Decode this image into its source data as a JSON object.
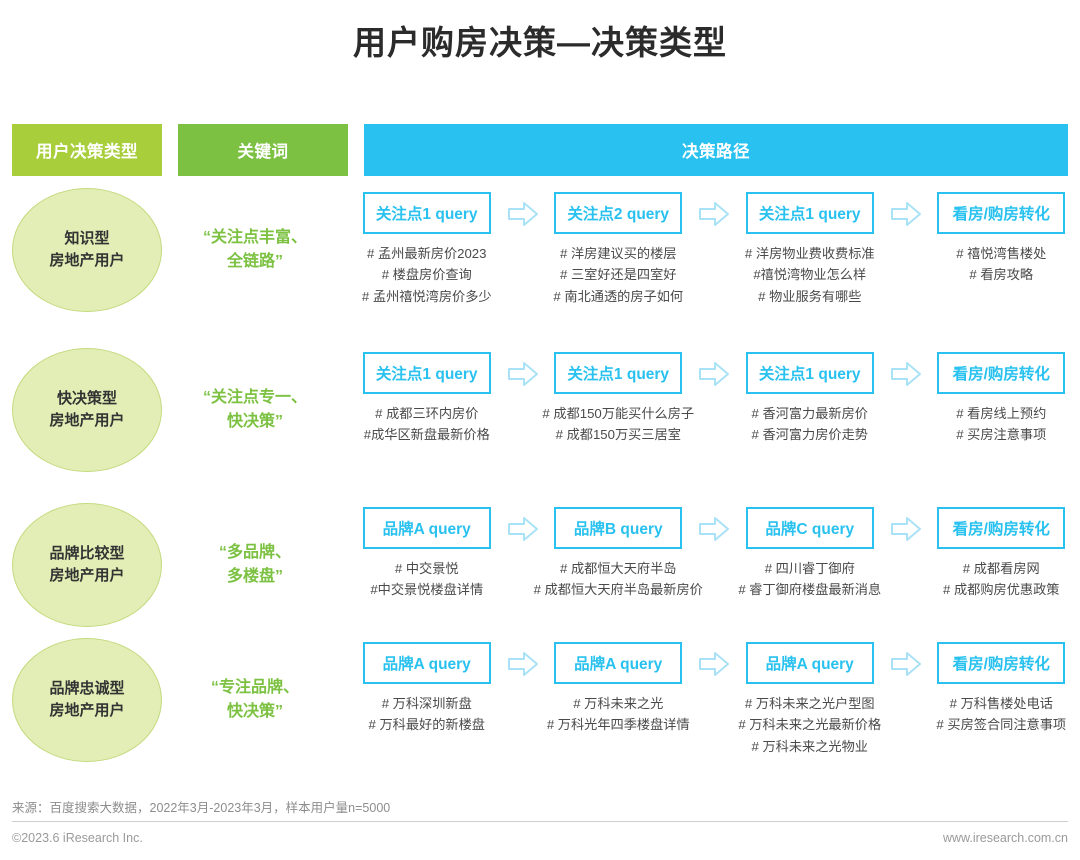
{
  "title": "用户购房决策—决策类型",
  "colors": {
    "header_type": "#a8ce3b",
    "header_keyword": "#7cc142",
    "header_path": "#29c1ef",
    "ellipse_fill": "#e3eeb6",
    "ellipse_border": "#c3da7e",
    "keyword_text": "#7cc142",
    "query_box_border": "#29c1ef",
    "query_box_text": "#29c1ef",
    "title_text": "#2b2b2b",
    "footer_text": "#9a9a9a"
  },
  "headers": {
    "type": "用户决策类型",
    "keyword": "关键词",
    "path": "决策路径"
  },
  "rows": [
    {
      "type_line1": "知识型",
      "type_line2": "房地产用户",
      "keyword_line1": "“关注点丰富、",
      "keyword_line2": "全链路”",
      "steps": [
        {
          "label": "关注点1 query",
          "queries": [
            "# 孟州最新房价2023",
            "# 楼盘房价查询",
            "# 孟州禧悦湾房价多少"
          ]
        },
        {
          "label": "关注点2 query",
          "queries": [
            "# 洋房建议买的楼层",
            "# 三室好还是四室好",
            "# 南北通透的房子如何"
          ]
        },
        {
          "label": "关注点1 query",
          "queries": [
            "# 洋房物业费收费标准",
            "#禧悦湾物业怎么样",
            "# 物业服务有哪些"
          ]
        },
        {
          "label": "看房/购房转化",
          "queries": [
            "# 禧悦湾售楼处",
            "# 看房攻略"
          ]
        }
      ]
    },
    {
      "type_line1": "快决策型",
      "type_line2": "房地产用户",
      "keyword_line1": "“关注点专一、",
      "keyword_line2": "快决策”",
      "steps": [
        {
          "label": "关注点1 query",
          "queries": [
            "# 成都三环内房价",
            "#成华区新盘最新价格"
          ]
        },
        {
          "label": "关注点1 query",
          "queries": [
            "# 成都150万能买什么房子",
            "# 成都150万买三居室"
          ]
        },
        {
          "label": "关注点1 query",
          "queries": [
            "# 香河富力最新房价",
            "# 香河富力房价走势"
          ]
        },
        {
          "label": "看房/购房转化",
          "queries": [
            "# 看房线上预约",
            "# 买房注意事项"
          ]
        }
      ]
    },
    {
      "type_line1": "品牌比较型",
      "type_line2": "房地产用户",
      "keyword_line1": "“多品牌、",
      "keyword_line2": "多楼盘”",
      "steps": [
        {
          "label": "品牌A query",
          "queries": [
            "# 中交景悦",
            "#中交景悦楼盘详情"
          ]
        },
        {
          "label": "品牌B query",
          "queries": [
            "# 成都恒大天府半岛",
            "# 成都恒大天府半岛最新房价"
          ]
        },
        {
          "label": "品牌C query",
          "queries": [
            "# 四川睿丁御府",
            "# 睿丁御府楼盘最新消息"
          ]
        },
        {
          "label": "看房/购房转化",
          "queries": [
            "# 成都看房网",
            "# 成都购房优惠政策"
          ]
        }
      ]
    },
    {
      "type_line1": "品牌忠诚型",
      "type_line2": "房地产用户",
      "keyword_line1": "“专注品牌、",
      "keyword_line2": "快决策”",
      "steps": [
        {
          "label": "品牌A query",
          "queries": [
            "# 万科深圳新盘",
            "# 万科最好的新楼盘"
          ]
        },
        {
          "label": "品牌A query",
          "queries": [
            "# 万科未来之光",
            "# 万科光年四季楼盘详情"
          ]
        },
        {
          "label": "品牌A query",
          "queries": [
            "# 万科未来之光户型图",
            "# 万科未来之光最新价格",
            "# 万科未来之光物业"
          ]
        },
        {
          "label": "看房/购房转化",
          "queries": [
            "# 万科售楼处电话",
            "# 买房签合同注意事项"
          ]
        }
      ]
    }
  ],
  "footer": {
    "source": "来源：百度搜索大数据，2022年3月-2023年3月，样本用户量n=5000",
    "copyright": "©2023.6 iResearch Inc.",
    "site": "www.iresearch.com.cn"
  }
}
